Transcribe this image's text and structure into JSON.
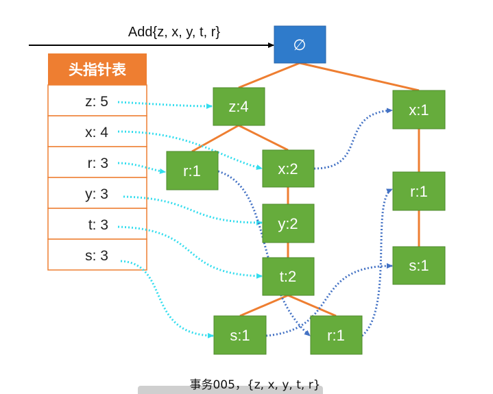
{
  "insert_label": "Add{z, x, y, t, r}",
  "root": {
    "label": "∅",
    "fill": "#2F7BCB"
  },
  "head_table": {
    "title": "头指针表",
    "title_color": "#EE7E31",
    "rows": [
      "z: 5",
      "x: 4",
      "r: 3",
      "y: 3",
      "t: 3",
      "s: 3"
    ]
  },
  "nodes": {
    "z4": "z:4",
    "x2": "x:2",
    "r1a": "r:1",
    "y2": "y:2",
    "t2": "t:2",
    "s1a": "s:1",
    "r1b": "r:1",
    "x1": "x:1",
    "r1c": "r:1",
    "s1b": "s:1"
  },
  "colors": {
    "node_fill": "#66AC3C",
    "tree_edge": "#EE7E31",
    "head_link": "#33DDEE",
    "node_link": "#4472C4"
  },
  "caption": "事务005，{z, x, y, t, r}"
}
